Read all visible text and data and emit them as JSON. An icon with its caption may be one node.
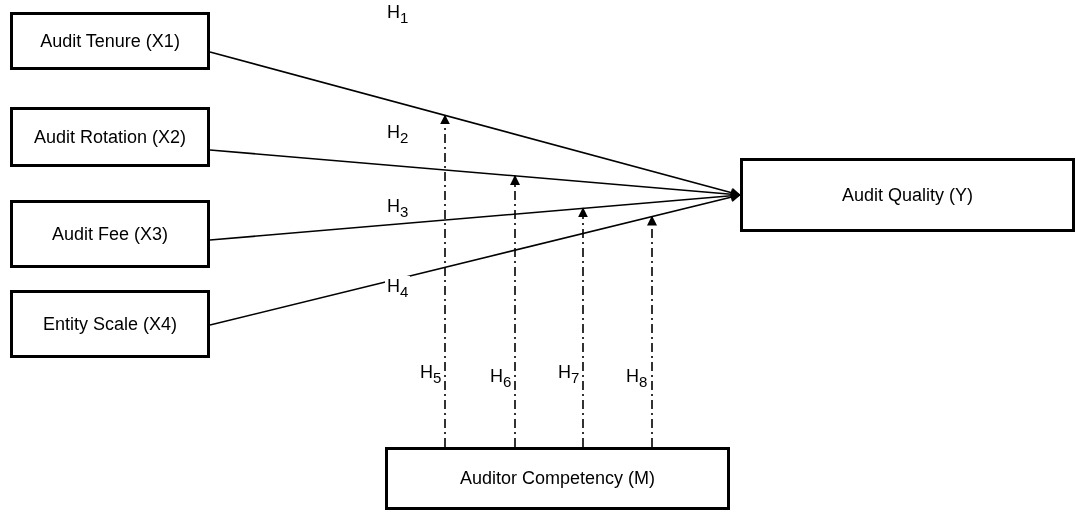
{
  "diagram": {
    "nodes": [
      {
        "text": [
          "Audit Tenure (X1)"
        ]
      },
      {
        "text": [
          "Audit Rotation (X2)"
        ]
      },
      {
        "text": [
          "Audit Fee (X3)"
        ]
      },
      {
        "text": [
          "Entity Scale (X4)"
        ]
      },
      {
        "text": [
          "Audit Quality (Y)"
        ]
      },
      {
        "text": [
          "Auditor Competency (M)"
        ]
      }
    ],
    "edges": [
      {
        "from": 0,
        "to": 4,
        "arrow": "to",
        "label": "H$_{1}$"
      },
      {
        "from": 1,
        "to": 4,
        "arrow": "to",
        "label": "H$_{2}$"
      },
      {
        "from": 2,
        "to": 4,
        "arrow": "to",
        "label": "H$_{3}$"
      },
      {
        "from": 3,
        "to": 4,
        "arrow": "to",
        "label": "H$_{4}$"
      },
      {
        "from": 5,
        "to": null,
        "arrow": "to",
        "label": "H$_{5}$",
        "style": "dashed"
      },
      {
        "from": 5,
        "to": null,
        "arrow": "to",
        "label": "H$_{6}$",
        "style": "dashed"
      },
      {
        "from": 5,
        "to": null,
        "arrow": "to",
        "label": "H$_{7}$",
        "style": "dashed"
      },
      {
        "from": 5,
        "to": null,
        "arrow": "to",
        "label": "H$_{8}$",
        "style": "dashed"
      }
    ]
  }
}
